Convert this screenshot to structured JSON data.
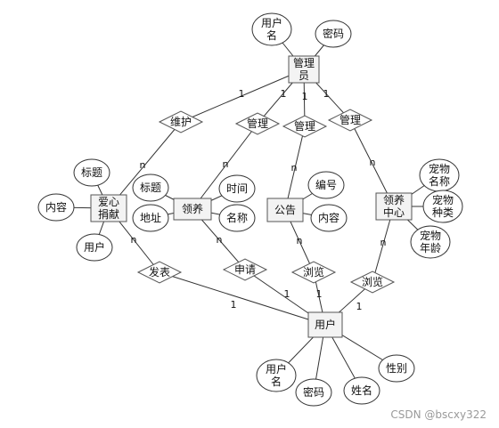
{
  "watermark": "CSDN @bscxy322",
  "entities": {
    "admin": [
      "管理",
      "员"
    ],
    "donation": [
      "爱心",
      "捐献"
    ],
    "adoption": [
      "领养"
    ],
    "notice": [
      "公告"
    ],
    "center": [
      "领养",
      "中心"
    ],
    "user": [
      "用户"
    ]
  },
  "attributes": {
    "admin_username": [
      "用户",
      "名"
    ],
    "admin_password": [
      "密码"
    ],
    "donation_title": [
      "标题"
    ],
    "donation_content": [
      "内容"
    ],
    "donation_user": [
      "用户"
    ],
    "adoption_title": [
      "标题"
    ],
    "adoption_time": [
      "时间"
    ],
    "adoption_address": [
      "地址"
    ],
    "adoption_name": [
      "名称"
    ],
    "notice_number": [
      "编号"
    ],
    "notice_content": [
      "内容"
    ],
    "center_pet_name": [
      "宠物",
      "名称"
    ],
    "center_pet_type": [
      "宠物",
      "种类"
    ],
    "center_pet_age": [
      "宠物",
      "年龄"
    ],
    "user_username": [
      "用户",
      "名"
    ],
    "user_password": [
      "密码"
    ],
    "user_name": [
      "姓名"
    ],
    "user_gender": [
      "性别"
    ]
  },
  "relationships": {
    "maintain": "维护",
    "manage_adoption": "管理",
    "manage_notice": "管理",
    "manage_center": "管理",
    "publish": "发表",
    "apply": "申请",
    "browse_notice": "浏览",
    "browse_center": "浏览"
  },
  "cardinalities": {
    "one": "1",
    "many": "n"
  }
}
